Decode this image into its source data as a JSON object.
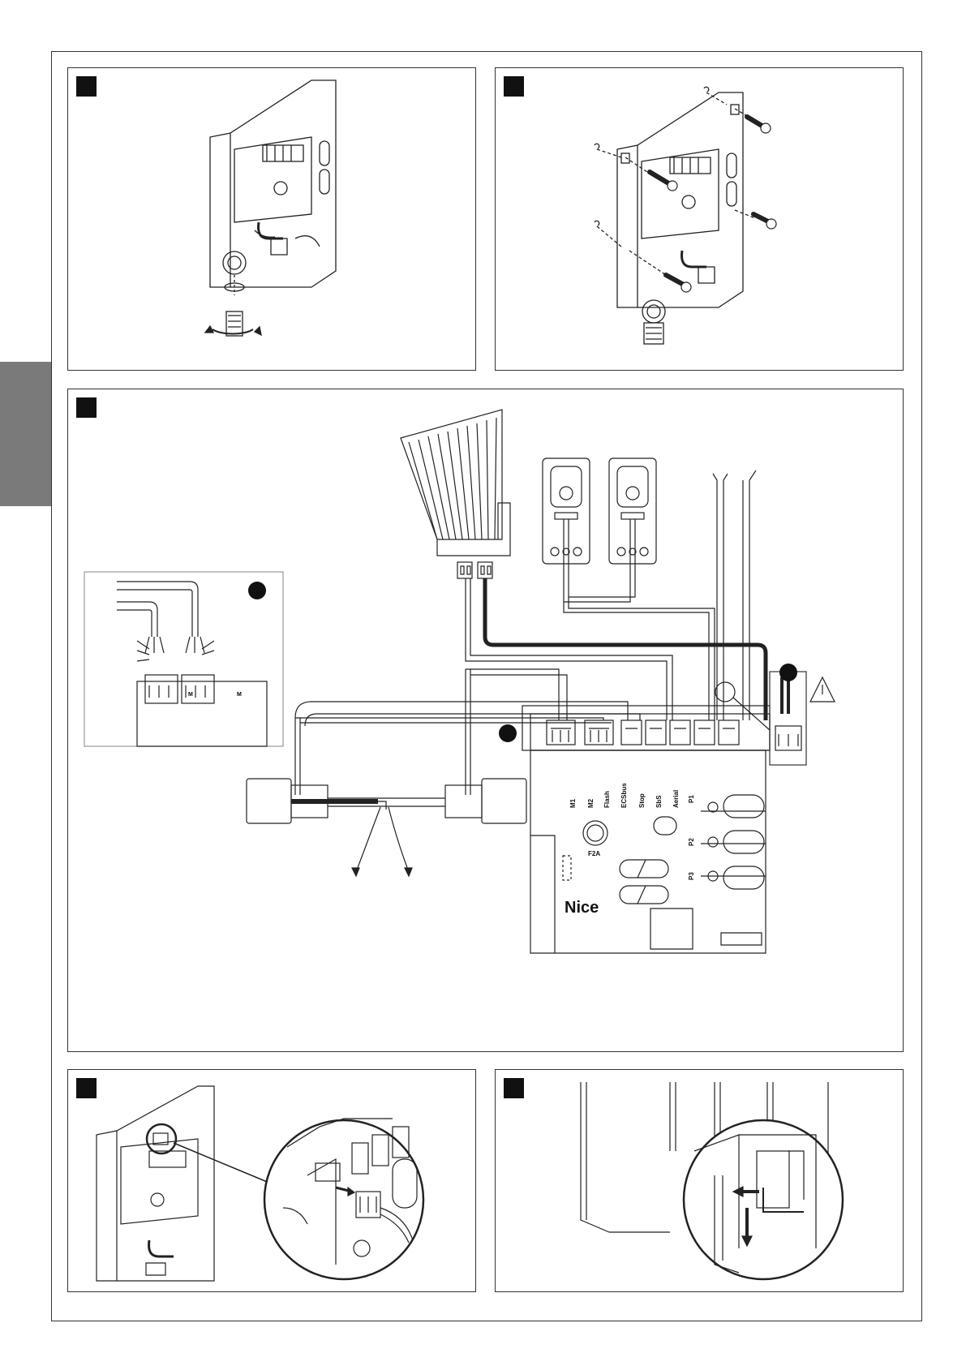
{
  "control_unit": {
    "brand": "Nice",
    "fuse": "F2A",
    "terminals": [
      "M1",
      "M2",
      "Flash",
      "ECSbus",
      "Stop",
      "SbS",
      "Aerial"
    ],
    "buttons": [
      "P1",
      "P2",
      "P3"
    ]
  },
  "detail_cable": {
    "terminal_marks": [
      "M",
      "M"
    ]
  },
  "colors": {
    "line": "#222222",
    "side_tab": "#7a7a7a",
    "badge": "#111111"
  }
}
